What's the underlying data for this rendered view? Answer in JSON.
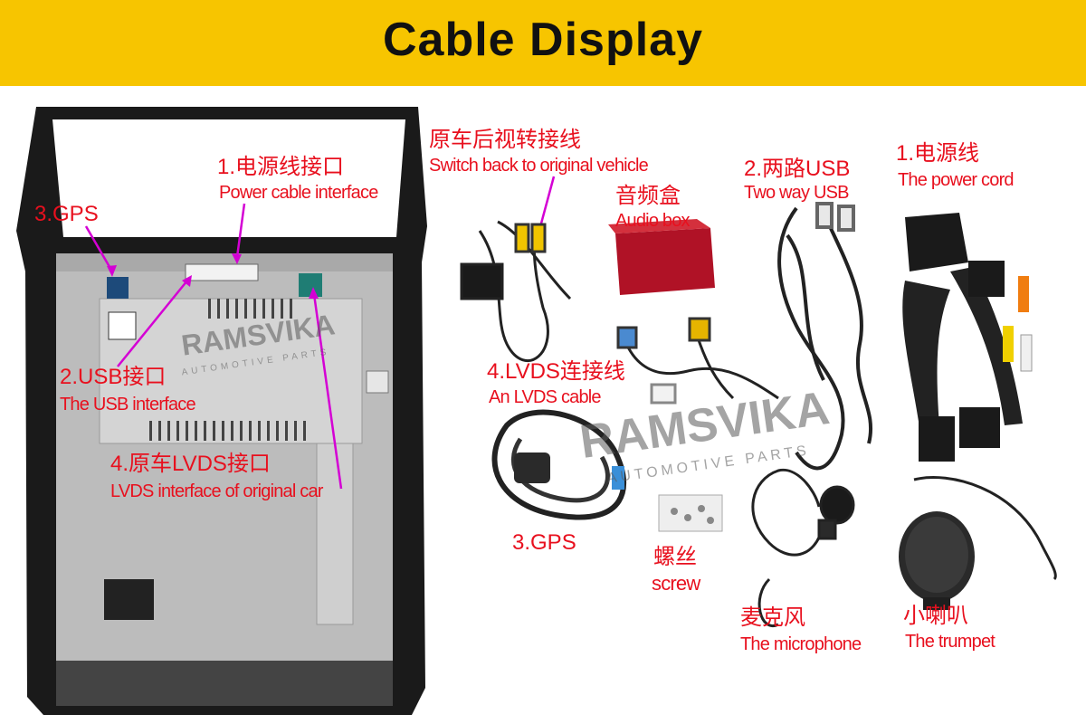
{
  "banner": {
    "title": "Cable Display"
  },
  "labels": {
    "power_interface_cn": "1.电源线接口",
    "power_interface_en": "Power cable interface",
    "gps_left": "3.GPS",
    "usb_interface_cn": "2.USB接口",
    "usb_interface_en": "The USB interface",
    "lvds_interface_cn": "4.原车LVDS接口",
    "lvds_interface_en": "LVDS interface of original car",
    "switch_back_cn": "原车后视转接线",
    "switch_back_en": "Switch back to original vehicle",
    "audio_box_cn": "音频盒",
    "audio_box_en": "Audio box",
    "two_way_usb_cn": "2.两路USB",
    "two_way_usb_en": "Two way USB",
    "power_cord_cn": "1.电源线",
    "power_cord_en": "The power cord",
    "lvds_cable_cn": "4.LVDS连接线",
    "lvds_cable_en": "An LVDS cable",
    "gps_right": "3.GPS",
    "screw_cn": "螺丝",
    "screw_en": "screw",
    "microphone_cn": "麦克风",
    "microphone_en": "The microphone",
    "trumpet_cn": "小喇叭",
    "trumpet_en": "The trumpet"
  },
  "watermark": {
    "brand_small": "RAMSVIKA",
    "sub_small": "AUTOMOTIVE PARTS",
    "brand_large": "RAMSVIKA",
    "sub_large": "AUTOMOTIVE PARTS"
  },
  "colors": {
    "banner": "#f7c500",
    "label": "#e8101e",
    "arrow": "#d400d4"
  }
}
